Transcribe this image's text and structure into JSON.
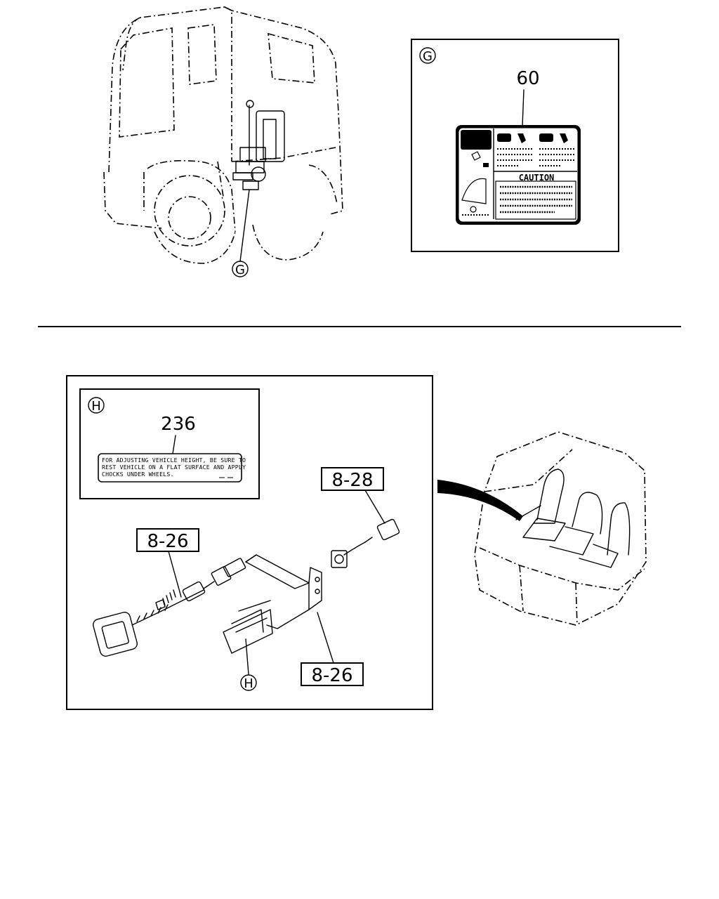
{
  "top_section": {
    "view_callout": "G",
    "detail_g": {
      "label": "G",
      "part_number": "60",
      "caution_text": "CAUTION"
    }
  },
  "bottom_section": {
    "detail_h": {
      "label": "H",
      "part_number": "236",
      "note_line1": "FOR ADJUSTING VEHICLE HEIGHT, BE SURE TO",
      "note_line2": "REST VEHICLE ON A FLAT SURFACE AND APPLY",
      "note_line3": "CHOCKS UNDER WHEELS."
    },
    "part_8_28": "8-28",
    "part_8_26_upper": "8-26",
    "part_8_26_lower": "8-26",
    "view_callout": "H"
  }
}
